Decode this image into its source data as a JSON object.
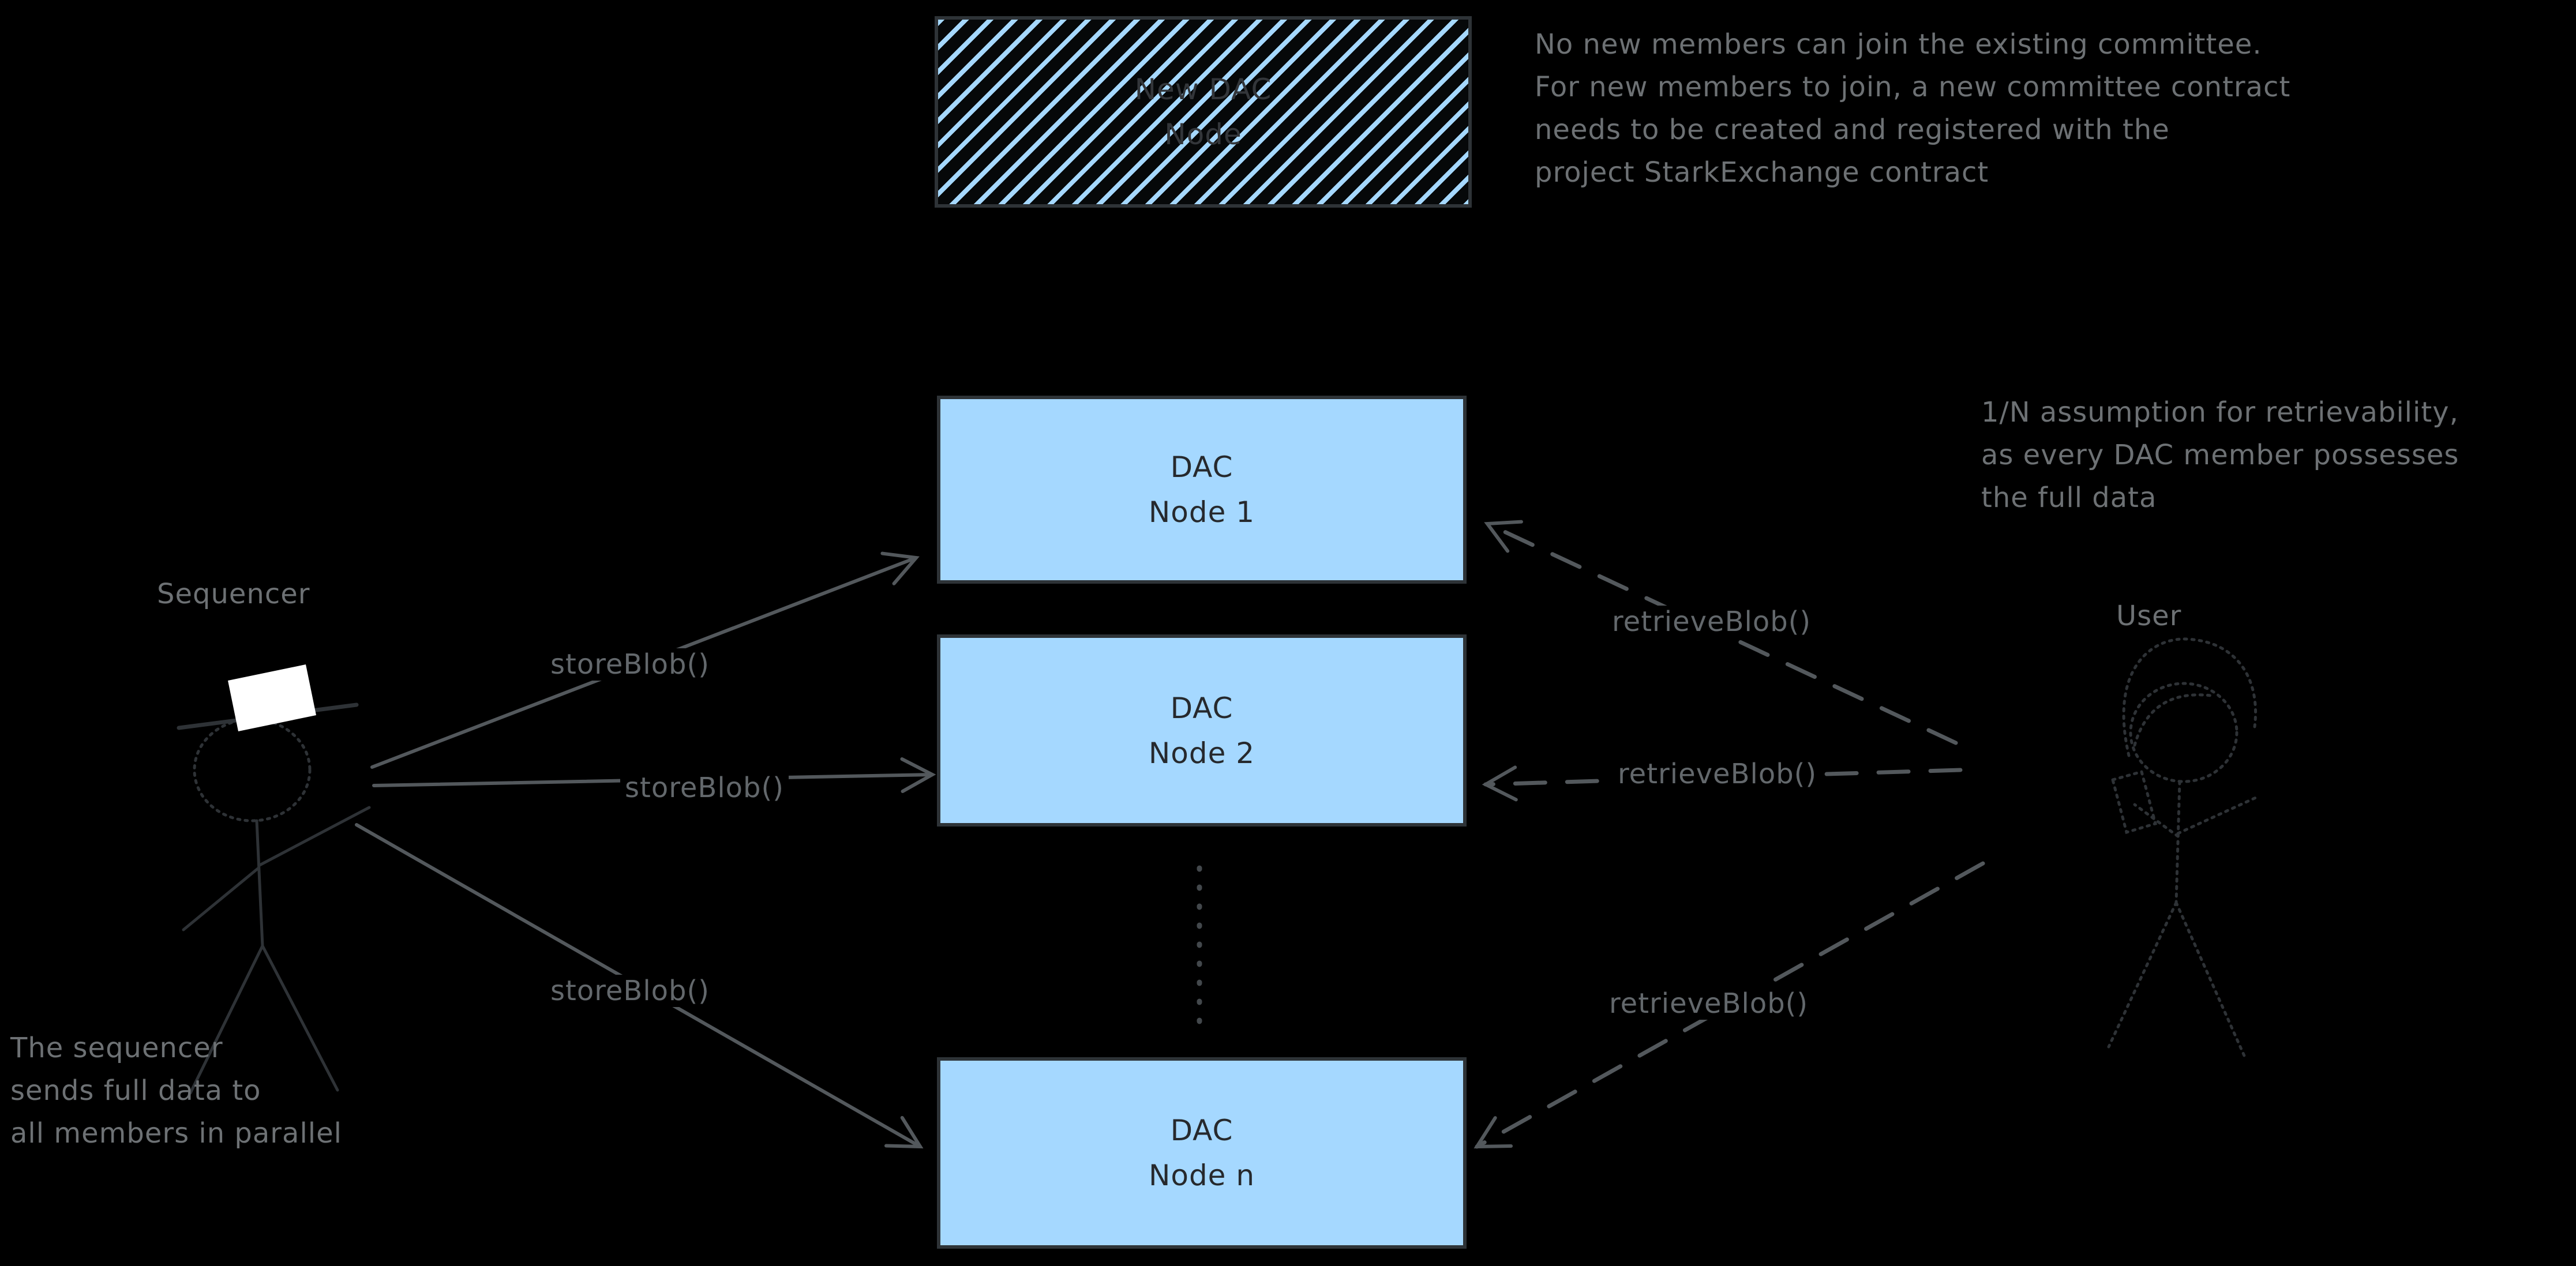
{
  "colors": {
    "background": "#000000",
    "node_fill": "#a5d8ff",
    "node_border": "#2e3337",
    "node_text": "#26292d",
    "annotation_text": "#6d7174",
    "connector_stroke": "#53585c",
    "figure_stroke": "#2e3236",
    "hat_fill": "#ffffff"
  },
  "new_dac_node_box": {
    "lines": [
      "New DAC",
      "Node"
    ]
  },
  "dac_nodes": [
    {
      "lines": [
        "DAC",
        "Node 1"
      ]
    },
    {
      "lines": [
        "DAC",
        "Node 2"
      ]
    },
    {
      "lines": [
        "DAC",
        "Node n"
      ]
    }
  ],
  "labels": {
    "sequencer": "Sequencer",
    "user": "User"
  },
  "edge_labels": {
    "store": [
      "storeBlob()",
      "storeBlob()",
      "storeBlob()"
    ],
    "retrieve": [
      "retrieveBlob()",
      "retrieveBlob()",
      "retrieveBlob()"
    ]
  },
  "notes": {
    "committee": [
      "No new members can join the existing committee.",
      "For new members to join, a new committee contract",
      "needs to be created and registered with the",
      "project StarkExchange contract"
    ],
    "retrievability": [
      "1/N assumption for retrievability,",
      "as every DAC member possesses",
      "the full data"
    ],
    "sequencer": [
      "The sequencer",
      "sends full data to",
      "all members in parallel"
    ]
  }
}
